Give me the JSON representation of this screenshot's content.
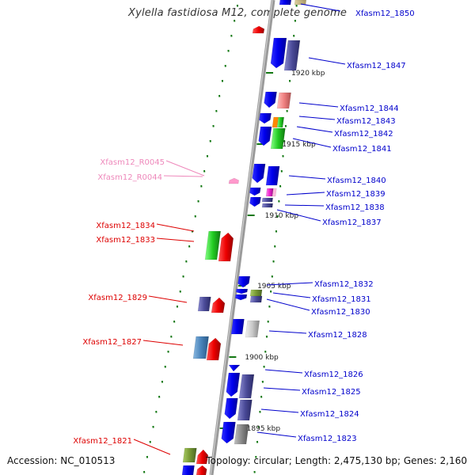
{
  "title": "Xylella fastidiosa M12, complete genome",
  "footer": {
    "accession": "Accession: NC_010513",
    "summary": "Topology: circular; Length: 2,475,130 bp; Genes: 2,160"
  },
  "colors": {
    "backbone": "#9a9a9a",
    "label_right": "#0000cc",
    "label_left_red": "#dd0000",
    "label_left_pink": "#ee88bb",
    "tick": "#117711"
  },
  "kbp_ticks": [
    "1920 kbp",
    "1915 kbp",
    "1910 kbp",
    "1905 kbp",
    "1900 kbp",
    "1895 kbp"
  ],
  "gene_labels_right": [
    "Xfasm12_1850",
    "Xfasm12_1847",
    "Xfasm12_1844",
    "Xfasm12_1843",
    "Xfasm12_1842",
    "Xfasm12_1841",
    "Xfasm12_1840",
    "Xfasm12_1839",
    "Xfasm12_1838",
    "Xfasm12_1837",
    "Xfasm12_1832",
    "Xfasm12_1831",
    "Xfasm12_1830",
    "Xfasm12_1828",
    "Xfasm12_1826",
    "Xfasm12_1825",
    "Xfasm12_1824",
    "Xfasm12_1823"
  ],
  "gene_labels_left": [
    "Xfasm12_R0045",
    "Xfasm12_R0044",
    "Xfasm12_1834",
    "Xfasm12_1833",
    "Xfasm12_1829",
    "Xfasm12_1827",
    "Xfasm12_1821"
  ]
}
